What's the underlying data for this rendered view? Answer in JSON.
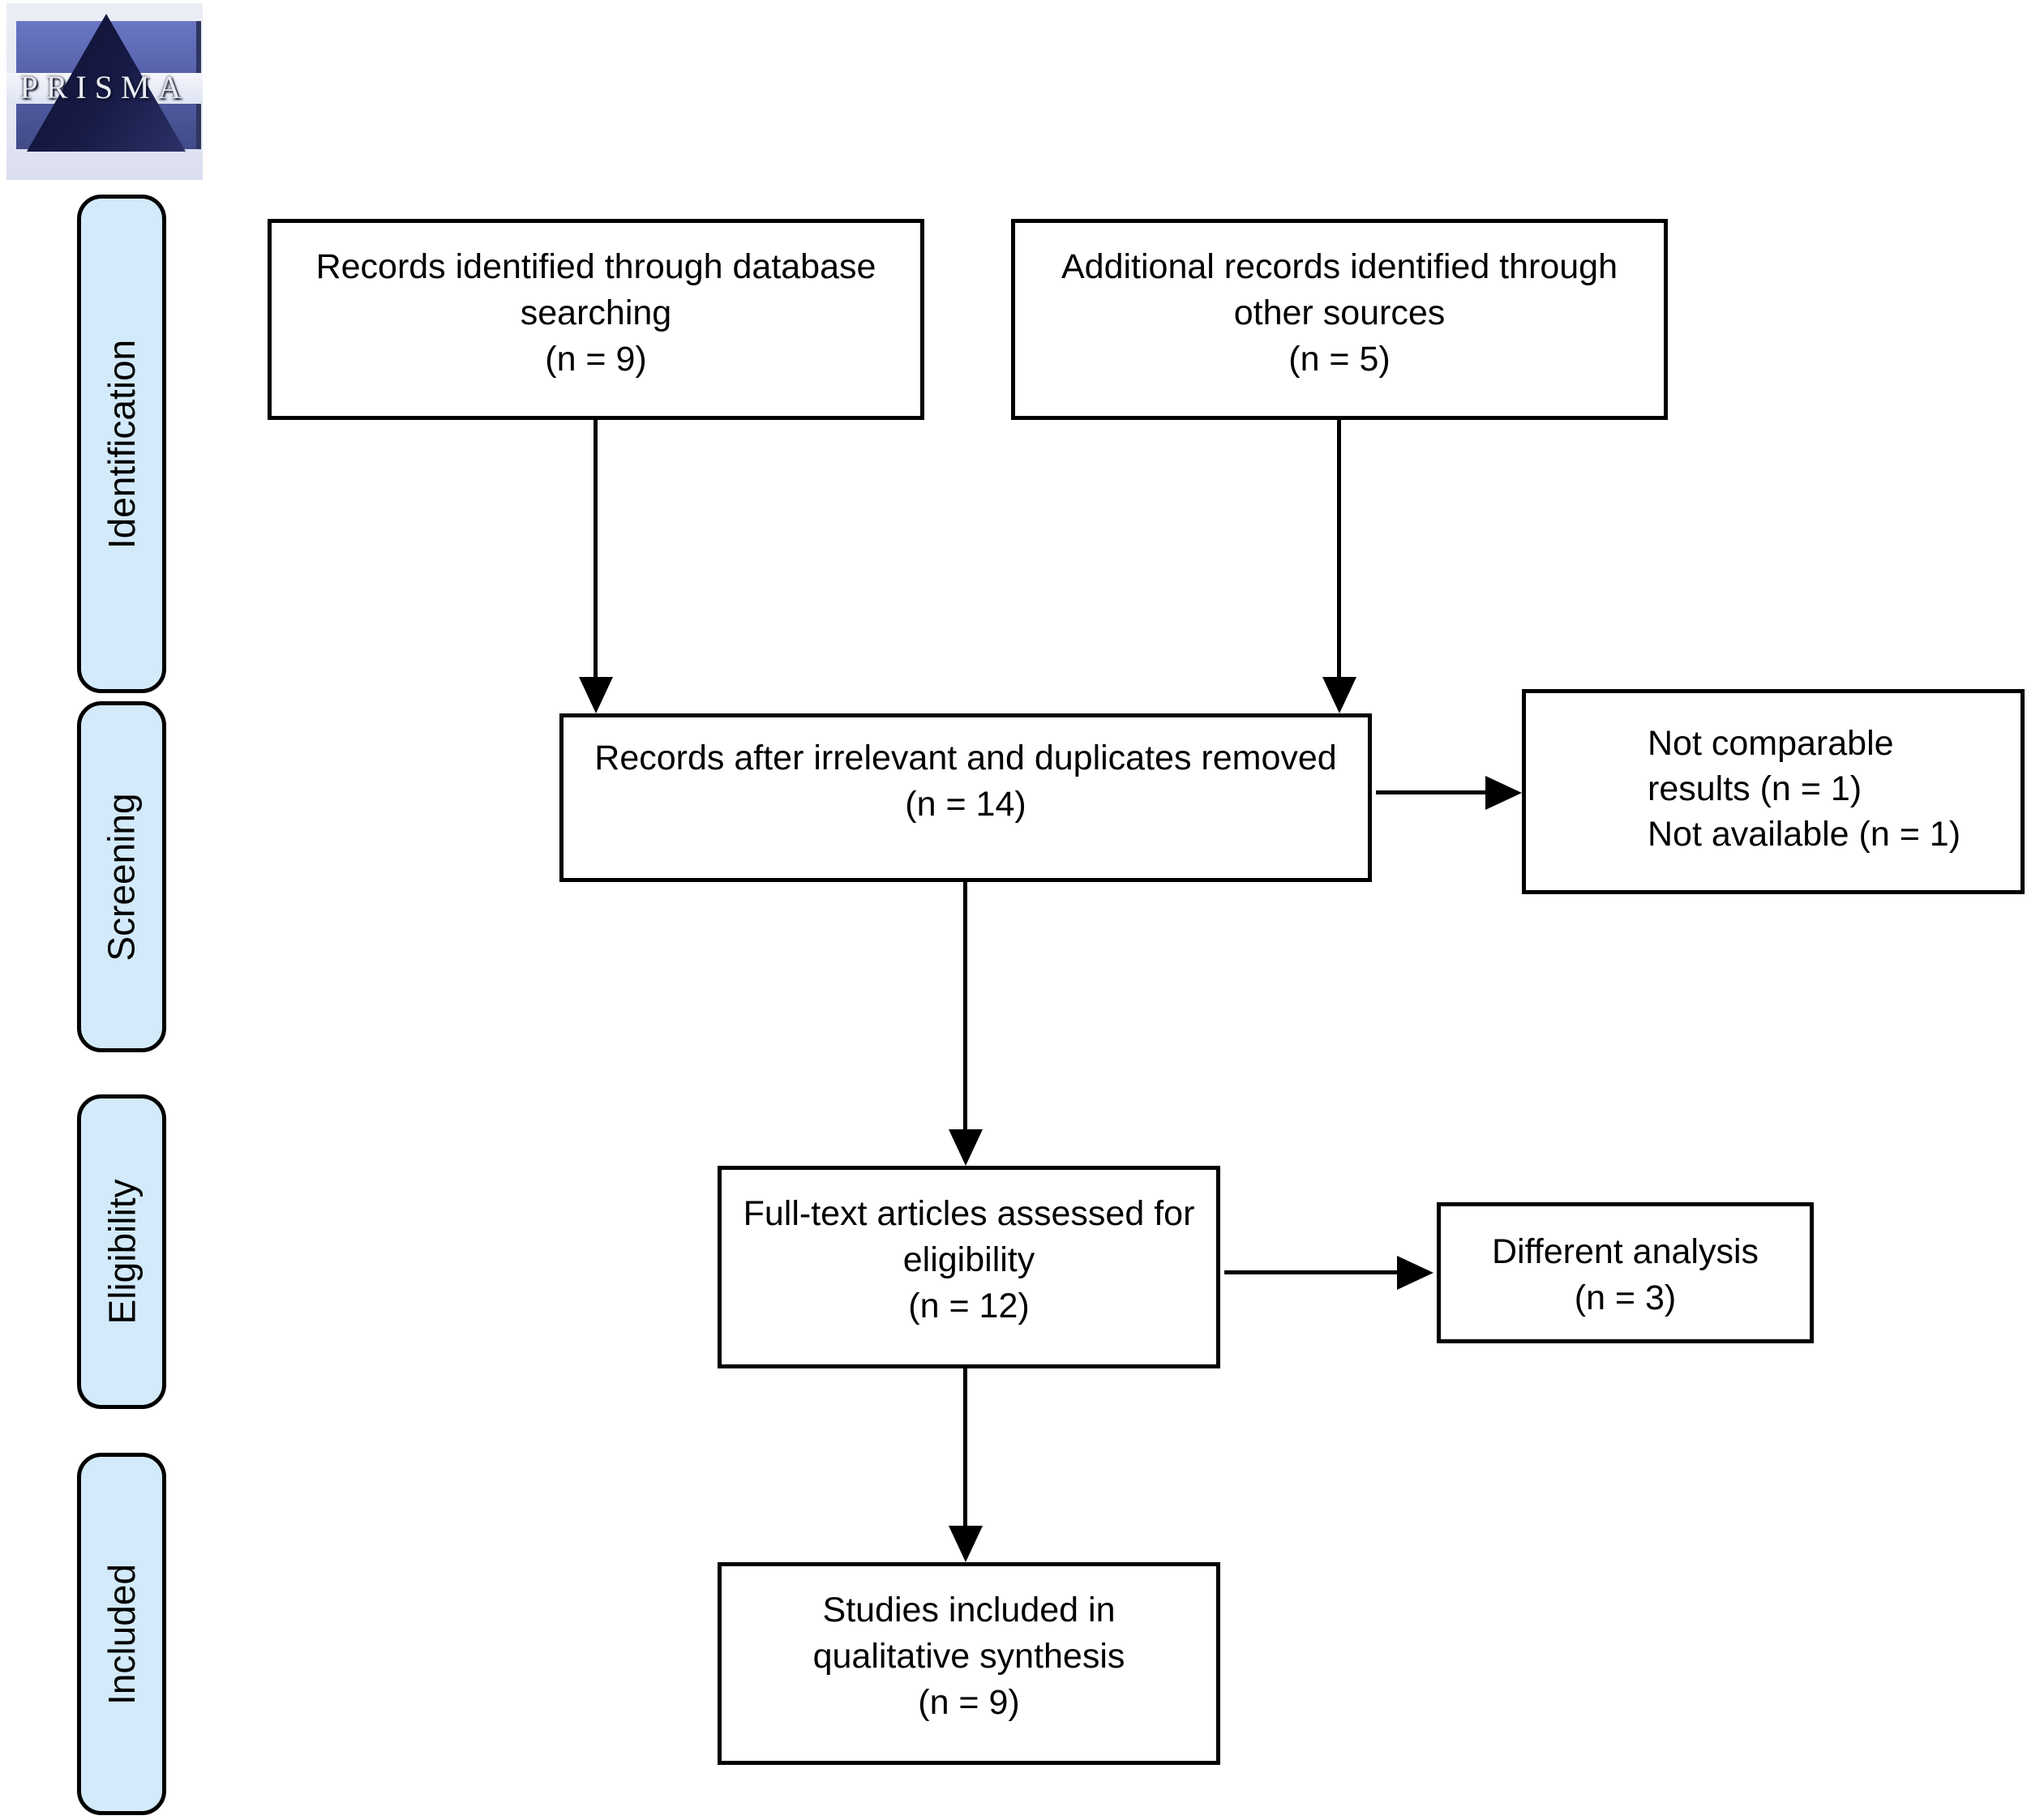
{
  "logo": {
    "text": "PRISMA"
  },
  "stages": [
    {
      "label": "Identification"
    },
    {
      "label": "Screening"
    },
    {
      "label": "Eligibility"
    },
    {
      "label": "Included"
    }
  ],
  "nodes": {
    "records_identified": {
      "lines": [
        "Records identified through database",
        "searching",
        "(n = 9)"
      ]
    },
    "additional_records": {
      "lines": [
        "Additional records identified through",
        "other sources",
        "(n = 5)"
      ]
    },
    "records_after_removal": {
      "lines": [
        "Records after irrelevant and duplicates removed",
        "(n = 14)"
      ]
    },
    "excluded_screening": {
      "lines": [
        "Not comparable",
        "results (n = 1)",
        "Not available (n = 1)"
      ]
    },
    "fulltext_assessed": {
      "lines": [
        "Full-text articles assessed for",
        "eligibility",
        "(n = 12)"
      ]
    },
    "excluded_fulltext": {
      "lines": [
        "Different analysis",
        "(n = 3)"
      ]
    },
    "studies_included": {
      "lines": [
        "Studies included in",
        "qualitative synthesis",
        "(n = 9)"
      ]
    }
  },
  "colors": {
    "background": "#ffffff",
    "box_border": "#000000",
    "text": "#000000",
    "stage_fill": "#d3eafa",
    "logo_blue": "#5a66b0",
    "logo_dark_triangle": "#13163a",
    "logo_frame": "#e8eaf4"
  }
}
